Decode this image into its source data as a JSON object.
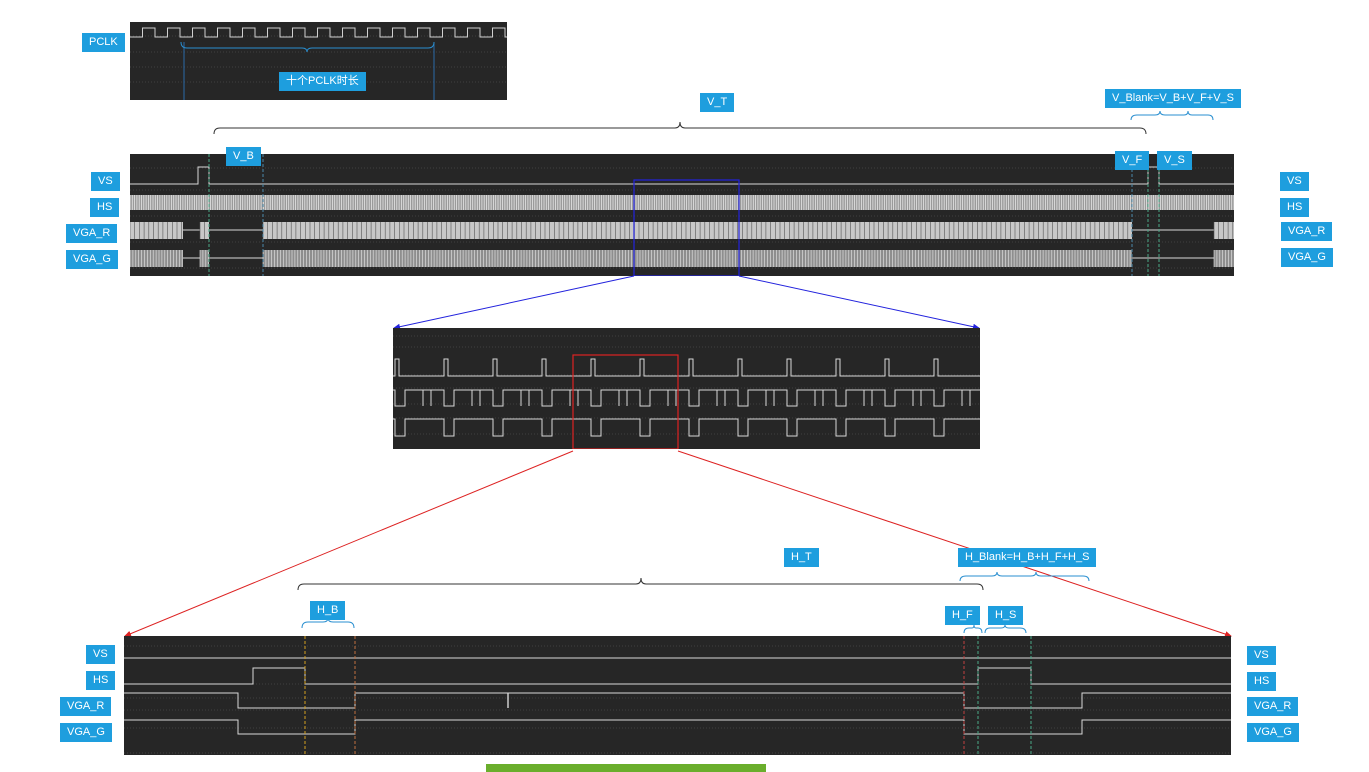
{
  "pclk_panel": {
    "label": "PCLK",
    "brace_label": "十个PCLK时长"
  },
  "overview": {
    "signals_left": [
      "VS",
      "HS",
      "VGA_R",
      "VGA_G"
    ],
    "signals_right": [
      "VS",
      "HS",
      "VGA_R",
      "VGA_G"
    ],
    "vt_label": "V_T",
    "vb_label": "V_B",
    "vf_label": "V_F",
    "vs_label": "V_S",
    "vblank_label": "V_Blank=V_B+V_F+V_S"
  },
  "zoom1": {
    "box_color": "#2222dd"
  },
  "zoom2": {
    "box_color": "#dd2222"
  },
  "detail": {
    "signals_left": [
      "VS",
      "HS",
      "VGA_R",
      "VGA_G"
    ],
    "signals_right": [
      "VS",
      "HS",
      "VGA_R",
      "VGA_G"
    ],
    "ht_label": "H_T",
    "hb_label": "H_B",
    "hf_label": "H_F",
    "hs_label": "H_S",
    "hblank_label": "H_Blank=H_B+H_F+H_S"
  },
  "colors": {
    "label_bg": "#1e9ede",
    "panel_bg": "#262626",
    "trace": "#d8d8d8",
    "progress": "#6aae2c"
  }
}
